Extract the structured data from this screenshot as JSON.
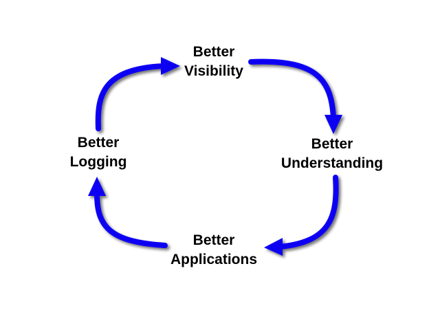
{
  "colors": {
    "arrow": "#0a00f2",
    "arrow_shadow": "#000000",
    "text": "#000000",
    "background": "#ffffff"
  },
  "nodes": {
    "visibility": {
      "line1": "Better",
      "line2": "Visibility"
    },
    "understanding": {
      "line1": "Better",
      "line2": "Understanding"
    },
    "applications": {
      "line1": "Better",
      "line2": "Applications"
    },
    "logging": {
      "line1": "Better",
      "line2": "Logging"
    }
  },
  "edges": [
    {
      "from": "logging",
      "to": "visibility"
    },
    {
      "from": "visibility",
      "to": "understanding"
    },
    {
      "from": "understanding",
      "to": "applications"
    },
    {
      "from": "applications",
      "to": "logging"
    }
  ]
}
